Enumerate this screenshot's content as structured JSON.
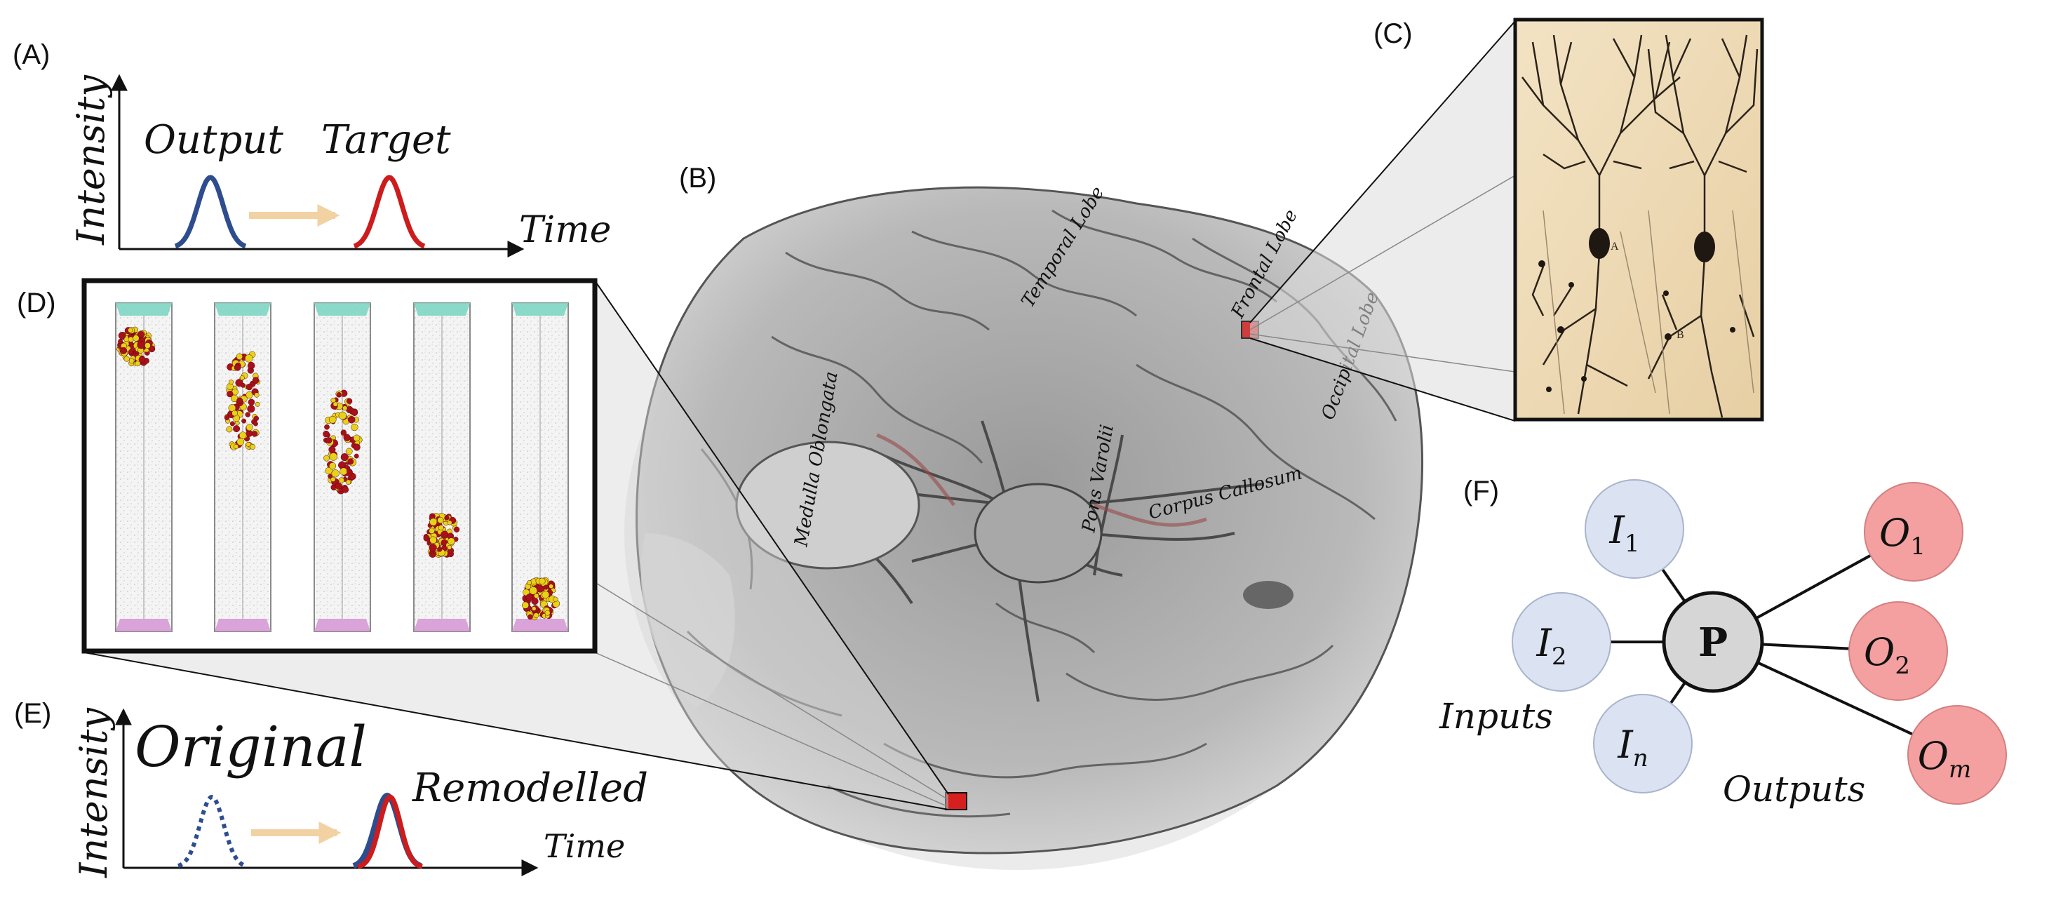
{
  "panels": {
    "a": "(A)",
    "b": "(B)",
    "c": "(C)",
    "d": "(D)",
    "e": "(E)",
    "f": "(F)"
  },
  "panel_a": {
    "ylabel": "Intensity",
    "xlabel": "Time",
    "output_label": "Output",
    "target_label": "Target"
  },
  "panel_e": {
    "ylabel": "Intensity",
    "xlabel": "Time",
    "original_label": "Original",
    "remodelled_label": "Remodelled"
  },
  "panel_b": {
    "brain_labels": [
      "Temporal Lobe",
      "Occipital Lobe",
      "Frontal Lobe",
      "Medulla Oblongata",
      "Pons Varolii",
      "Corpus Callosum"
    ]
  },
  "panel_c": {
    "annotations": [
      "A",
      "B"
    ]
  },
  "panel_f": {
    "center": "P",
    "inputs": [
      {
        "base": "I",
        "sub": "1"
      },
      {
        "base": "I",
        "sub": "2"
      },
      {
        "base": "I",
        "sub": "n"
      }
    ],
    "outputs": [
      {
        "base": "O",
        "sub": "1"
      },
      {
        "base": "O",
        "sub": "2"
      },
      {
        "base": "O",
        "sub": "m"
      }
    ],
    "inputs_label": "Inputs",
    "outputs_label": "Outputs"
  },
  "colors": {
    "output_curve": "#2e4d8e",
    "target_curve": "#cc1c1c",
    "arrow": "#f2d2a3",
    "input_node": "#dbe3f3",
    "output_node": "#f5a0a0",
    "center_node": "#d6d6d6",
    "box_top": "#7fd6c4",
    "box_bottom": "#d79ad6",
    "highlight": "#d62020"
  }
}
